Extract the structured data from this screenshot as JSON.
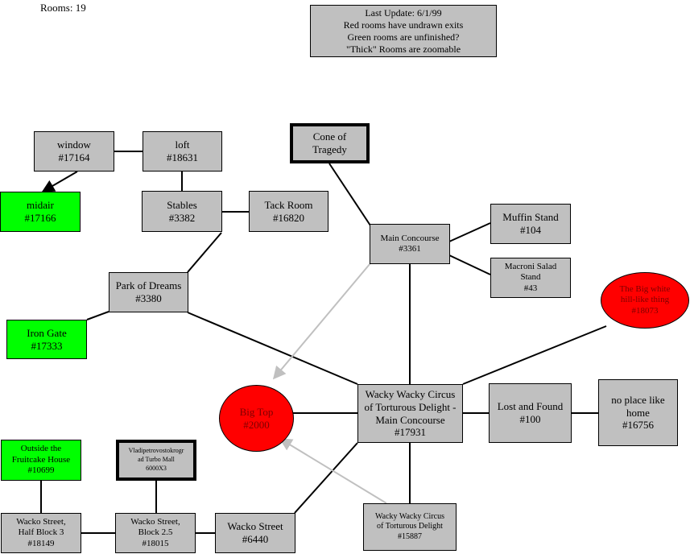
{
  "rooms_count": "Rooms: 19",
  "legend": "Last Update: 6/1/99\nRed rooms have undrawn exits\nGreen rooms are unfinished?\n\"Thick\" Rooms are zoomable",
  "colors": {
    "room": "#c0c0c0",
    "unfinished": "#00ff00",
    "undrawn_exits": "#ff0000",
    "one_way_gray": "#c0c0c0"
  },
  "rooms": {
    "window": "window\n#17164",
    "loft": "loft\n#18631",
    "midair": "midair\n#17166",
    "stables": "Stables\n#3382",
    "tack_room": "Tack Room\n#16820",
    "cone": "Cone of\nTragedy",
    "park": "Park of Dreams\n#3380",
    "iron_gate": "Iron Gate\n#17333",
    "main_concourse": "Main Concourse\n#3361",
    "muffin": "Muffin Stand\n#104",
    "macroni": "Macroni Salad\nStand\n#43",
    "big_white": "The Big white\nhill-like thing\n#18073",
    "big_top": "Big Top\n#2000",
    "wacky_main": "Wacky Wacky Circus\nof Torturous Delight -\nMain Concourse\n#17931",
    "lost_found": "Lost and Found\n#100",
    "no_place": "no place like\nhome\n#16756",
    "fruitcake": "Outside the\nFruitcake House\n#10699",
    "vladi": "Vladipetrovostokrogr\nad Turbo Mall\n6000X3",
    "half_block": "Wacko Street,\nHalf Block 3\n#18149",
    "block25": "Wacko Street,\nBlock 2.5\n#18015",
    "wacko_street": "Wacko Street\n#6440",
    "wacky_15887": "Wacky Wacky Circus\nof Torturous Delight\n#15887"
  },
  "connections": [
    [
      "window",
      "loft",
      "two-way"
    ],
    [
      "window",
      "midair",
      "one-way"
    ],
    [
      "loft",
      "stables",
      "two-way"
    ],
    [
      "stables",
      "tack_room",
      "two-way"
    ],
    [
      "stables",
      "park",
      "two-way"
    ],
    [
      "park",
      "iron_gate",
      "two-way"
    ],
    [
      "park",
      "wacky_main",
      "two-way"
    ],
    [
      "cone",
      "main_concourse",
      "two-way"
    ],
    [
      "main_concourse",
      "muffin",
      "two-way"
    ],
    [
      "main_concourse",
      "macroni",
      "two-way"
    ],
    [
      "main_concourse",
      "wacky_main",
      "two-way"
    ],
    [
      "main_concourse",
      "big_top",
      "one-way"
    ],
    [
      "wacky_main",
      "big_white",
      "two-way"
    ],
    [
      "wacky_main",
      "big_top",
      "two-way"
    ],
    [
      "wacky_main",
      "lost_found",
      "two-way"
    ],
    [
      "lost_found",
      "no_place",
      "two-way"
    ],
    [
      "wacky_main",
      "wacky_15887",
      "two-way"
    ],
    [
      "wacky_main",
      "wacko_street",
      "two-way"
    ],
    [
      "wacky_15887",
      "big_top",
      "one-way"
    ],
    [
      "wacko_street",
      "block25",
      "two-way"
    ],
    [
      "block25",
      "half_block",
      "two-way"
    ],
    [
      "block25",
      "vladi",
      "two-way"
    ],
    [
      "half_block",
      "fruitcake",
      "two-way"
    ]
  ]
}
